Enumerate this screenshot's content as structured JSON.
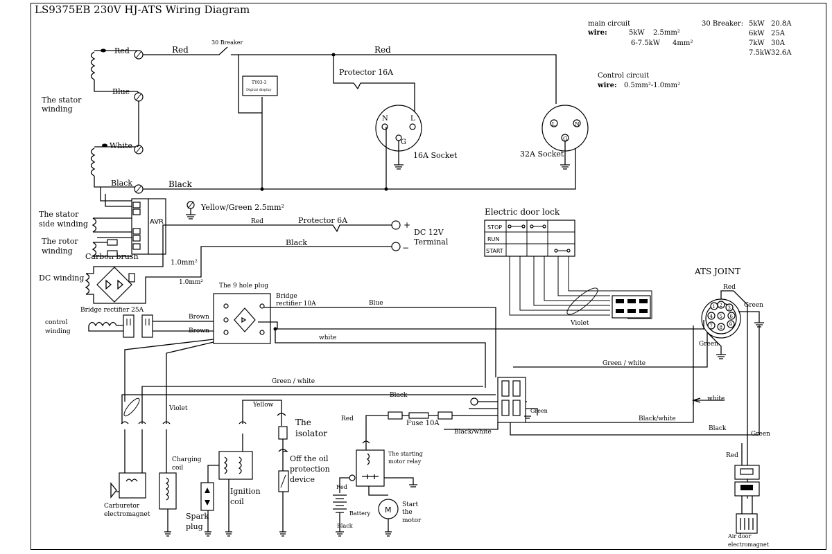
{
  "title": "LS9375EB 230V HJ-ATS Wiring Diagram",
  "spec": {
    "main_circuit": "main circuit",
    "wire_label": "wire:",
    "main_wire_rows": [
      {
        "power": "5kW",
        "size": "2.5mm²"
      },
      {
        "power": "6-7.5kW",
        "size": "4mm²"
      }
    ],
    "breaker_label": "30 Breaker:",
    "breaker_rows": [
      {
        "power": "5kW",
        "amps": "20.8A"
      },
      {
        "power": "6kW",
        "amps": "25A"
      },
      {
        "power": "7kW",
        "amps": "30A"
      },
      {
        "power": "7.5kW",
        "amps": "32.6A"
      }
    ],
    "control_circuit": "Control circuit",
    "control_wire_label": "wire:",
    "control_wire_size": "0.5mm²-1.0mm²"
  },
  "labels": {
    "red_1": "Red",
    "red_2": "Red",
    "red_3": "Red",
    "blue": "Blue",
    "white": "White",
    "black_1": "Black",
    "black_2": "Black",
    "breaker": "30 Breaker",
    "display_1": "TY03-3",
    "display_2": "Digital display",
    "protector_16": "Protector 16A",
    "socket_16": "16A  Socket",
    "socket_32": "32A Socket",
    "n": "N",
    "l": "L",
    "g": "G",
    "stator_winding_1": "The stator",
    "stator_winding_2": "winding",
    "yellow_green": "Yellow/Green  2.5mm²",
    "stator_side_1": "The stator",
    "stator_side_2": "side winding",
    "avr": "AVR",
    "rotor_1": "The rotor",
    "rotor_2": "winding",
    "carbon_brush": "Carbon brush",
    "dc_winding": "DC winding",
    "bridge_25": "Bridge rectifier 25A",
    "red_dc": "Red",
    "protector_6": "Protector 6A",
    "black_dc": "Black",
    "dc_terminal_1": "DC 12V",
    "dc_terminal_2": "Terminal",
    "plus": "+",
    "minus": "−",
    "mm_1": "1.0mm²",
    "mm_2": "1.0mm²",
    "door_lock": "Electric door lock",
    "stop": "STOP",
    "run": "RUN",
    "start": "START",
    "nine_hole": "The 9 hole plug",
    "bridge_10_1": "Bridge",
    "bridge_10_2": "rectifier 10A",
    "blue_2": "Blue",
    "control_1": "control",
    "control_2": "winding",
    "brown_1": "Brown",
    "brown_2": "Brown",
    "white_2": "white",
    "violet_1": "Violet",
    "violet_2": "Violet",
    "ats_joint": "ATS JOINT",
    "ats_red": "Red",
    "ats_green_1": "Green",
    "ats_green_2": "Green",
    "green_white_1": "Green / white",
    "green_white_2": "Green / white",
    "white_3": "white",
    "black_3": "Black",
    "black_white_1": "Black/white",
    "black_white_2": "Black/white",
    "black_4": "Black",
    "green_3": "Green",
    "green_4": "Green",
    "yellow": "Yellow",
    "fuse": "Fuse 10A",
    "red_4": "Red",
    "red_5": "Red",
    "red_6": "Red",
    "isolator_1": "The",
    "isolator_2": "isolator",
    "oil_1": "Off the oil",
    "oil_2": "protection",
    "oil_3": "device",
    "relay_1": "The starting",
    "relay_2": "motor relay",
    "charging_1": "Charging",
    "charging_2": "coil",
    "ignition_1": "Ignition",
    "ignition_2": "coil",
    "spark_1": "Spark",
    "spark_2": "plug",
    "carb_1": "Carburetor",
    "carb_2": "electromagnet",
    "battery": "Battery",
    "black_5": "Black",
    "start_1": "Start",
    "start_2": "the",
    "start_3": "motor",
    "m": "M",
    "air_1": "Air door",
    "air_2": "electromagnet",
    "ats_pins": [
      "1",
      "2",
      "3",
      "4",
      "5",
      "6",
      "7",
      "8",
      "9"
    ]
  }
}
